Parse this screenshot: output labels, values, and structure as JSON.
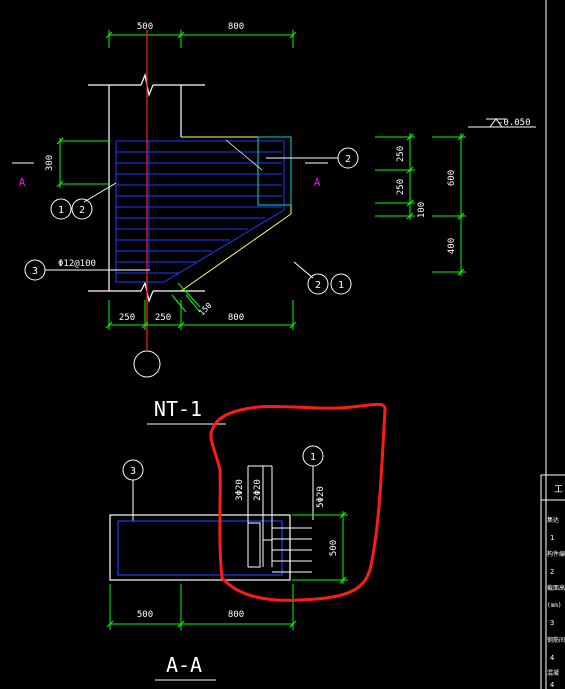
{
  "colors": {
    "background": "#000000",
    "dimension": "#00ff00",
    "outline": "#ffffff",
    "rebar": "#1a3cff",
    "section_marker": "#ff00ff",
    "axis": "#ff2020",
    "leader": "#ffff66",
    "highlight": "#ff1a1a",
    "tag": "#00d8d8"
  },
  "plan": {
    "dim_top": [
      "500",
      "800"
    ],
    "dim_bottom": [
      "250",
      "250",
      "800"
    ],
    "dim_left": "300",
    "section_marker": "A",
    "callout_left": [
      "1",
      "2"
    ],
    "callout_right_top": "2",
    "callout_right_bottom": [
      "2",
      "1"
    ],
    "callout_bar": "3",
    "bar_spec": "Φ12@100",
    "diagonal_dim": "150"
  },
  "elevation": {
    "level": "-0.050",
    "dims_left": [
      "250",
      "250",
      "100"
    ],
    "dims_right": [
      "600",
      "400"
    ]
  },
  "detail_title": "NT-1",
  "section_aa": {
    "callout_left": "3",
    "callout_right": "1",
    "bar_labels": [
      "3Φ20",
      "2Φ20",
      "5Φ20"
    ],
    "dim_vertical": "500",
    "dim_bottom": [
      "500",
      "800"
    ],
    "title": "A-A"
  },
  "side_panel": {
    "header": "工",
    "rows": [
      "集达",
      "1",
      "构件编",
      "2",
      "截面高",
      "(mm)",
      "3",
      "钢筋间",
      "4",
      "混凝",
      "4"
    ]
  }
}
